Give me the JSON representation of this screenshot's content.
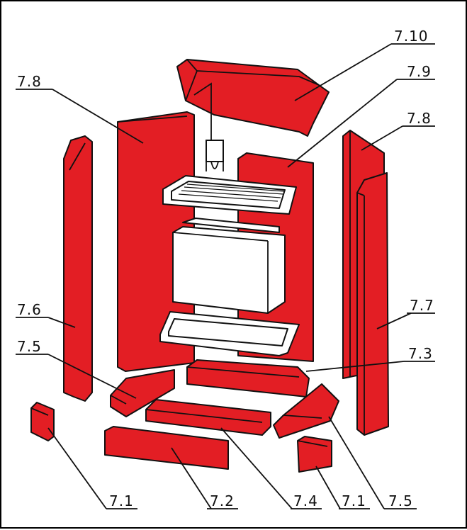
{
  "colors": {
    "brick": "#e31e24",
    "edge": "#111111",
    "metal": "#ffffff"
  },
  "labels": {
    "l710": "7.10",
    "l79": "7.9",
    "l78_left": "7.8",
    "l78_right": "7.8",
    "l76": "7.6",
    "l77": "7.7",
    "l75_left": "7.5",
    "l73": "7.3",
    "l71_left": "7.1",
    "l72": "7.2",
    "l74": "7.4",
    "l71_right": "7.1",
    "l75_right": "7.5"
  }
}
